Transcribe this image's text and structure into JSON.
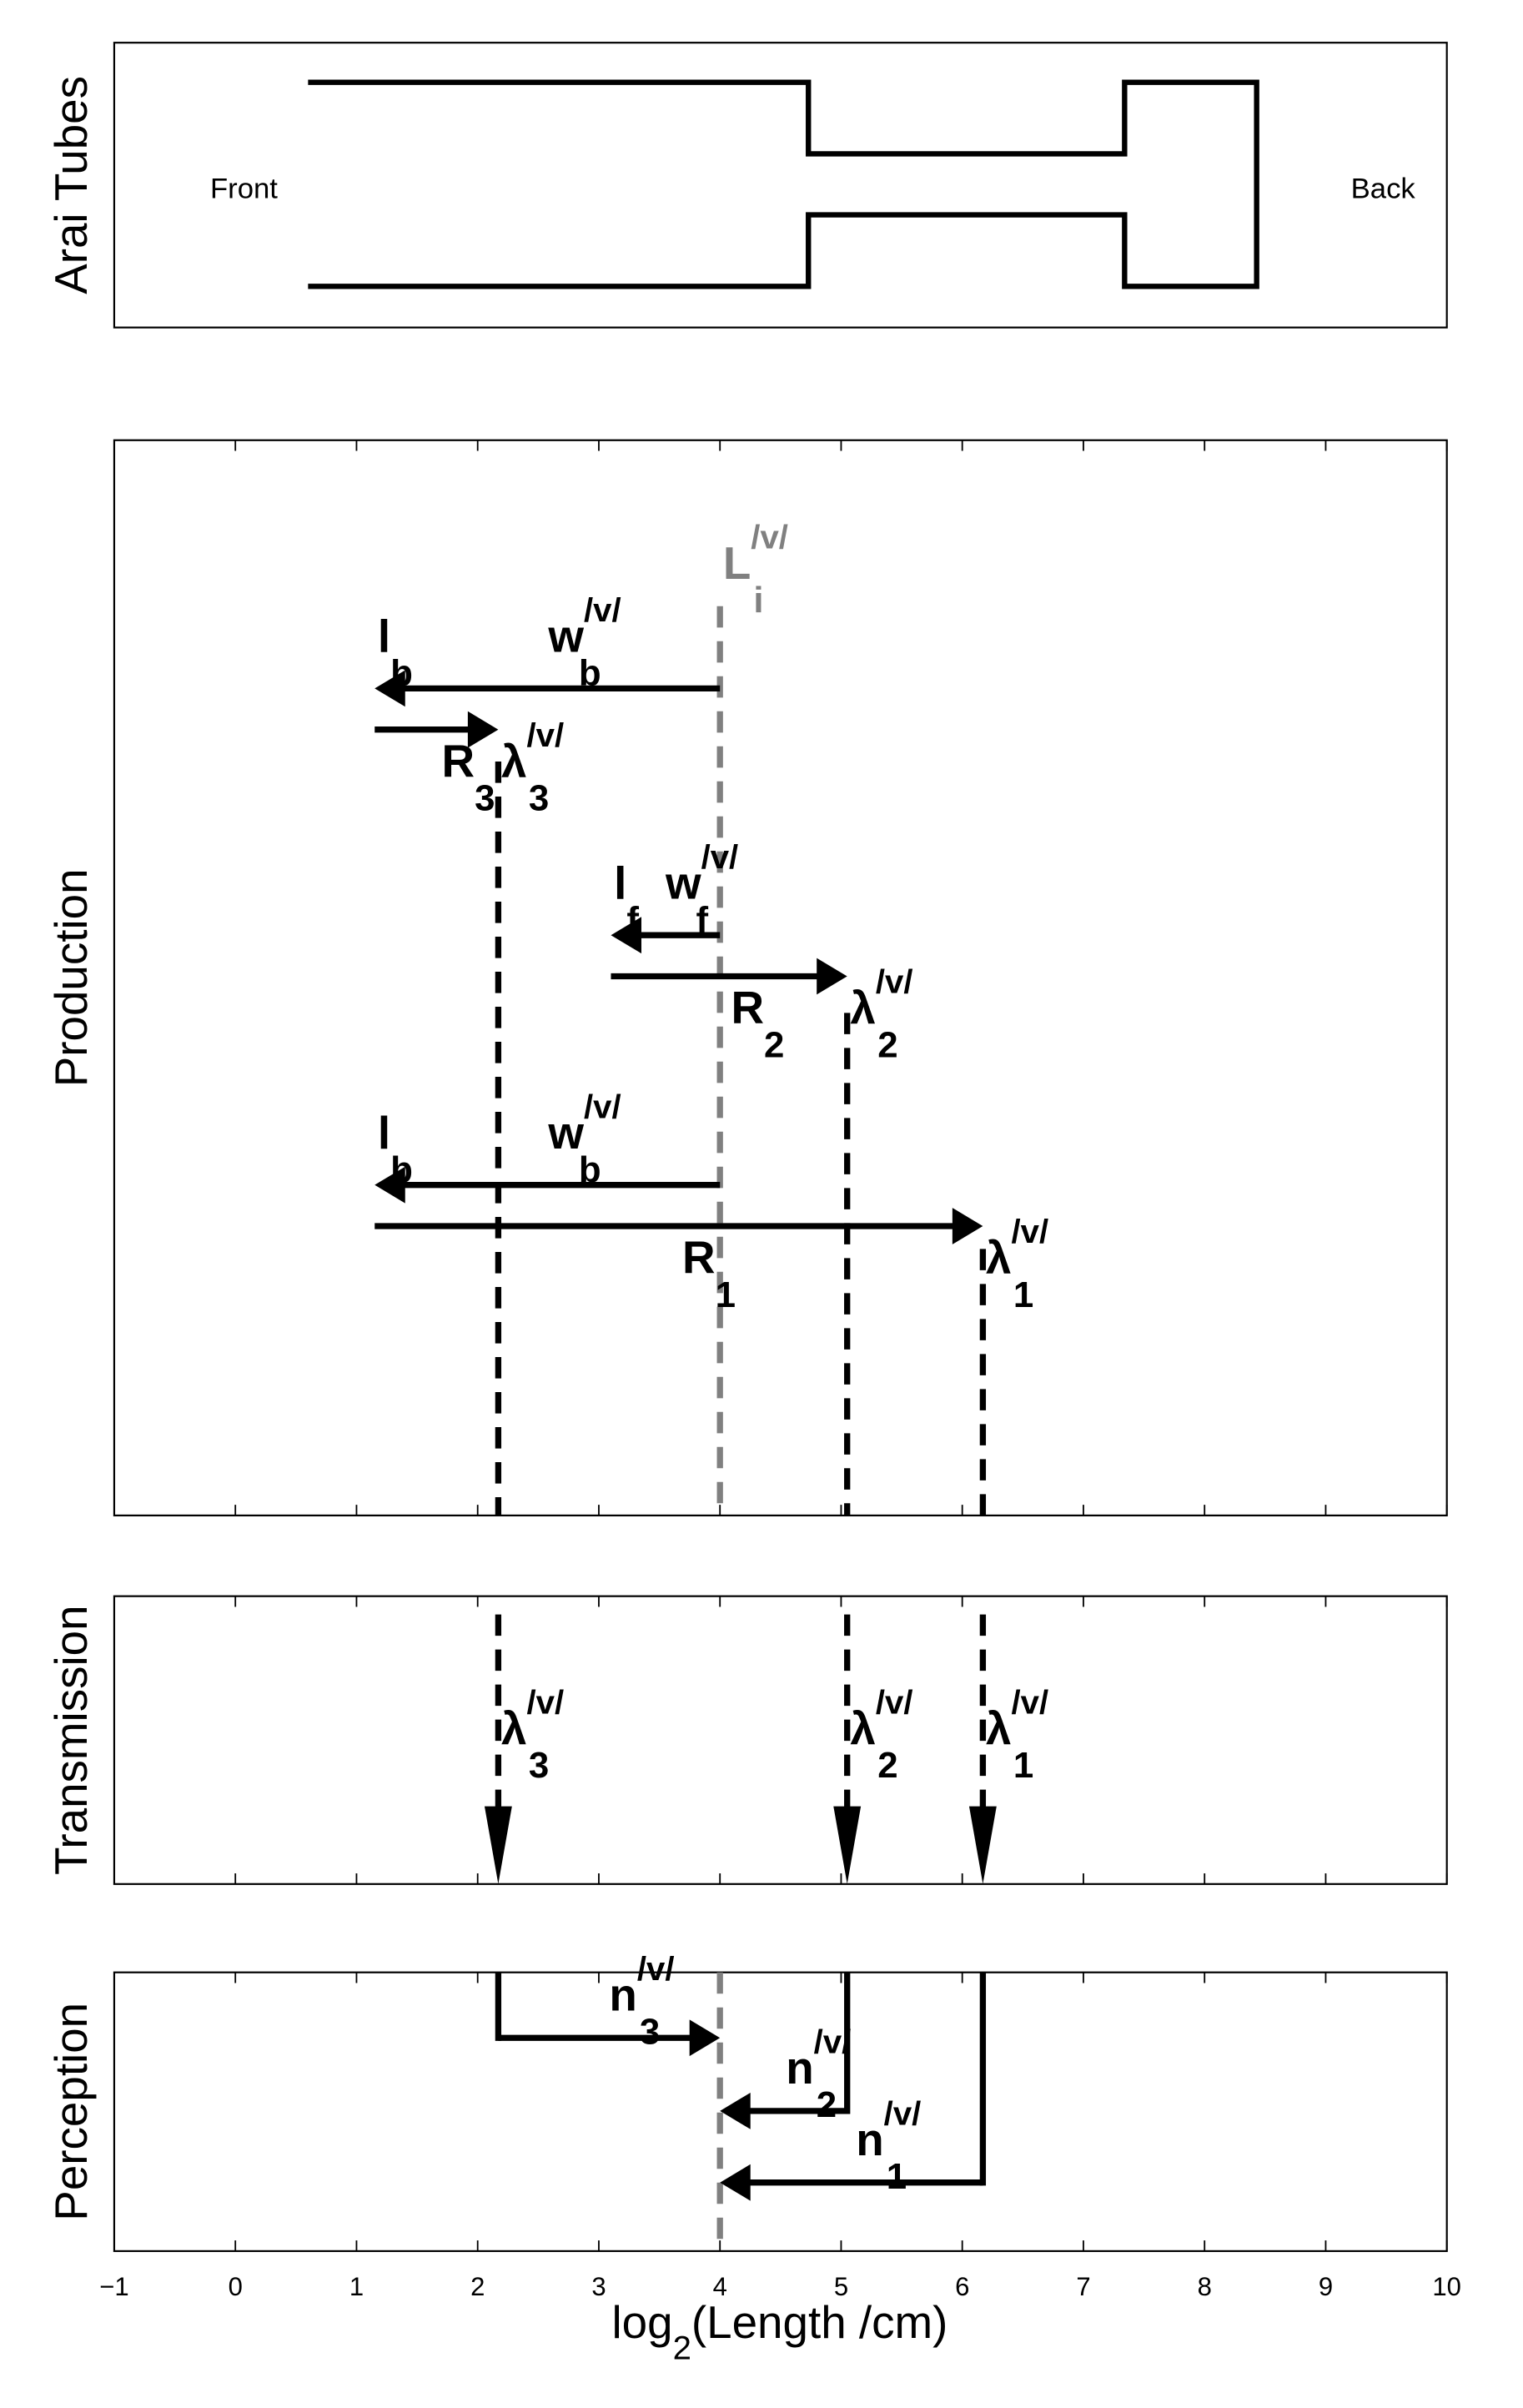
{
  "chart_data": {
    "type": "diagram",
    "xlabel": "log",
    "xlabel_sub": "2",
    "xlabel_rest": "(Length /cm)",
    "xlim": [
      -1,
      10
    ],
    "xticks": [
      "-1",
      "0",
      "1",
      "2",
      "3",
      "4",
      "5",
      "6",
      "7",
      "8",
      "9",
      "10"
    ],
    "panels": {
      "tubes": {
        "ylabel": "Arai Tubes",
        "front": "Front",
        "back": "Back"
      },
      "production": {
        "ylabel": "Production"
      },
      "transmission": {
        "ylabel": "Transmission"
      },
      "perception": {
        "ylabel": "Perception"
      }
    },
    "reference": {
      "x": 4,
      "label": "L",
      "sub": "i",
      "sup": "/v/",
      "color": "#808080"
    },
    "production_arrows": [
      {
        "from": 4,
        "to": 1.15,
        "label": "w",
        "sub": "b",
        "sup": "/v/",
        "start_label": "l",
        "start_sub": "b"
      },
      {
        "from": 1.15,
        "to": 2.17,
        "label": "R",
        "sub": "3",
        "end_label": "λ",
        "end_sub": "3",
        "end_sup": "/v/"
      },
      {
        "from": 4,
        "to": 3.1,
        "label": "w",
        "sub": "f",
        "sup": "/v/",
        "start_label": "l",
        "start_sub": "f"
      },
      {
        "from": 3.1,
        "to": 5.05,
        "label": "R",
        "sub": "2",
        "end_label": "λ",
        "end_sub": "2",
        "end_sup": "/v/"
      },
      {
        "from": 4,
        "to": 1.15,
        "label": "w",
        "sub": "b",
        "sup": "/v/",
        "start_label": "l",
        "start_sub": "b"
      },
      {
        "from": 1.15,
        "to": 6.17,
        "label": "R",
        "sub": "1",
        "end_label": "λ",
        "end_sub": "1",
        "end_sup": "/v/"
      }
    ],
    "resonances": [
      {
        "x": 2.17,
        "label": "λ",
        "sub": "3",
        "sup": "/v/"
      },
      {
        "x": 5.05,
        "label": "λ",
        "sub": "2",
        "sup": "/v/"
      },
      {
        "x": 6.17,
        "label": "λ",
        "sub": "1",
        "sup": "/v/"
      }
    ],
    "perception_arrows": [
      {
        "from": 2.17,
        "to": 4,
        "label": "n",
        "sub": "3",
        "sup": "/v/"
      },
      {
        "from": 5.05,
        "to": 4,
        "label": "n",
        "sub": "2",
        "sup": "/v/"
      },
      {
        "from": 6.17,
        "to": 4,
        "label": "n",
        "sub": "1",
        "sup": "/v/"
      }
    ],
    "tube_outline_x": [
      0.6,
      4.73,
      7.34,
      8.43
    ]
  }
}
